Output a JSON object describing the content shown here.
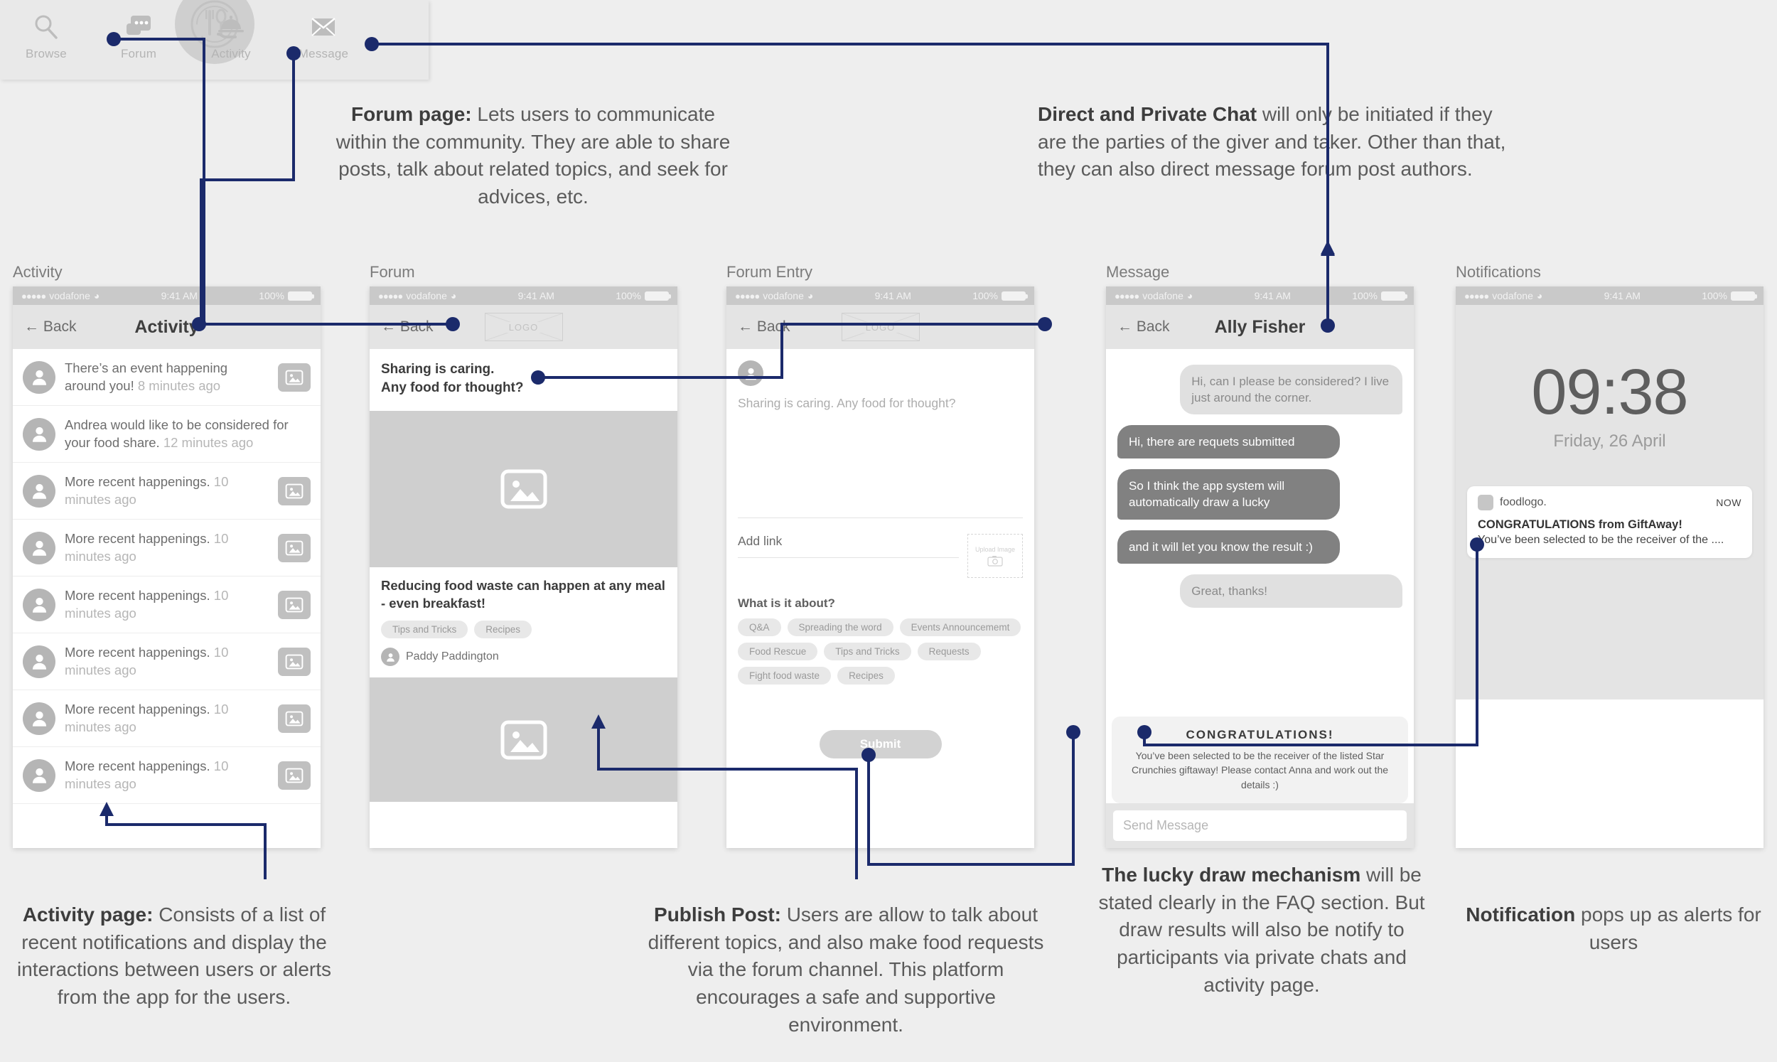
{
  "tabbar": {
    "items": [
      {
        "label": "Browse",
        "icon": "search-icon"
      },
      {
        "label": "Forum",
        "icon": "forum-chat-icon"
      },
      {
        "label": "Activity",
        "icon": "food-tray-icon"
      },
      {
        "label": "Message",
        "icon": "envelope-icon"
      }
    ],
    "center_logo": "fork-spoon-plate-logo"
  },
  "statusbar": {
    "carrier": "vodafone",
    "time": "9:41 AM",
    "battery": "100%"
  },
  "screens": {
    "activity": {
      "caption": "Activity",
      "back": "Back",
      "title": "Activity",
      "rows": [
        {
          "text": "There’s an event happening around you!",
          "ago": "8 minutes ago",
          "has_image": true
        },
        {
          "text": "Andrea would like to be considered for your food share.",
          "ago": "12 minutes ago",
          "has_image": false
        },
        {
          "text": "More recent happenings.",
          "ago": "10 minutes ago",
          "has_image": true
        },
        {
          "text": "More recent happenings.",
          "ago": "10 minutes ago",
          "has_image": true
        },
        {
          "text": "More recent happenings.",
          "ago": "10 minutes ago",
          "has_image": true
        },
        {
          "text": "More recent happenings.",
          "ago": "10 minutes ago",
          "has_image": true
        },
        {
          "text": "More recent happenings.",
          "ago": "10 minutes ago",
          "has_image": true
        },
        {
          "text": "More recent happenings.",
          "ago": "10 minutes ago",
          "has_image": true
        }
      ]
    },
    "forum": {
      "caption": "Forum",
      "back": "Back",
      "logo": "LOGO",
      "prompt_line1": "Sharing is caring.",
      "prompt_line2": "Any food for thought?",
      "post_title": "Reducing food waste can happen at any meal - even breakfast!",
      "post_tags": [
        "Tips and Tricks",
        "Recipes"
      ],
      "post_author": "Paddy Paddington"
    },
    "forum_entry": {
      "caption": "Forum Entry",
      "back": "Back",
      "logo": "LOGO",
      "body_placeholder": "Sharing is caring. Any food for thought?",
      "add_link": "Add link",
      "upload_label": "Upload Image",
      "question": "What is it about?",
      "topics": [
        "Q&A",
        "Spreading the word",
        "Events Announcememt",
        "Food Rescue",
        "Tips and Tricks",
        "Requests",
        "Fight food waste",
        "Recipes"
      ],
      "submit": "Submit"
    },
    "message": {
      "caption": "Message",
      "back": "Back",
      "title": "Ally Fisher",
      "bubbles": [
        {
          "side": "me",
          "text": "Hi, can I please be considered? I live just around the corner."
        },
        {
          "side": "them",
          "text": "Hi, there are requets submitted"
        },
        {
          "side": "them",
          "text": "So I think the app system will automatically draw a lucky"
        },
        {
          "side": "them",
          "text": "and it will let you know the result :)"
        },
        {
          "side": "me",
          "text": "Great, thanks!"
        }
      ],
      "congrats_title": "CONGRATULATIONS!",
      "congrats_body": "You’ve been selected to be the receiver of the listed Star Crunchies giftaway! Please contact Anna and work out the details :)",
      "send_placeholder": "Send Message"
    },
    "notifications": {
      "caption": "Notifications",
      "time": "09:38",
      "date": "Friday, 26 April",
      "app_name": "foodlogo.",
      "when": "NOW",
      "title": "CONGRATULATIONS from GiftAway!",
      "body": "You’ve been selected to be the receiver of the ...."
    }
  },
  "annotations": {
    "forum_page": {
      "bold": "Forum page:",
      "rest": " Lets users to communicate within the community. They are able to share posts, talk about related topics, and seek for advices, etc."
    },
    "direct_chat": {
      "bold": "Direct and Private Chat",
      "rest": " will only be initiated if they are the parties of the giver and taker. Other than that, they can also direct message forum post authors."
    },
    "activity_page": {
      "bold": "Activity page:",
      "rest": " Consists of a list of recent notifications and display the interactions between users or alerts from the app for the users."
    },
    "publish_post": {
      "bold": "Publish Post:",
      "rest": " Users are allow to talk about different topics, and also make food requests via the forum channel. This platform encourages a safe and supportive environment."
    },
    "lucky_draw": {
      "bold": "The lucky draw mechanism",
      "rest": " will be stated clearly in the FAQ section. But draw results will also be notify to participants via private chats and activity page."
    },
    "notification": {
      "bold": "Notification",
      "rest": " pops up as alerts for users"
    }
  },
  "colors": {
    "accent": "#1b2a6b",
    "page_bg": "#eeeeee",
    "phone_bg": "#ffffff"
  }
}
